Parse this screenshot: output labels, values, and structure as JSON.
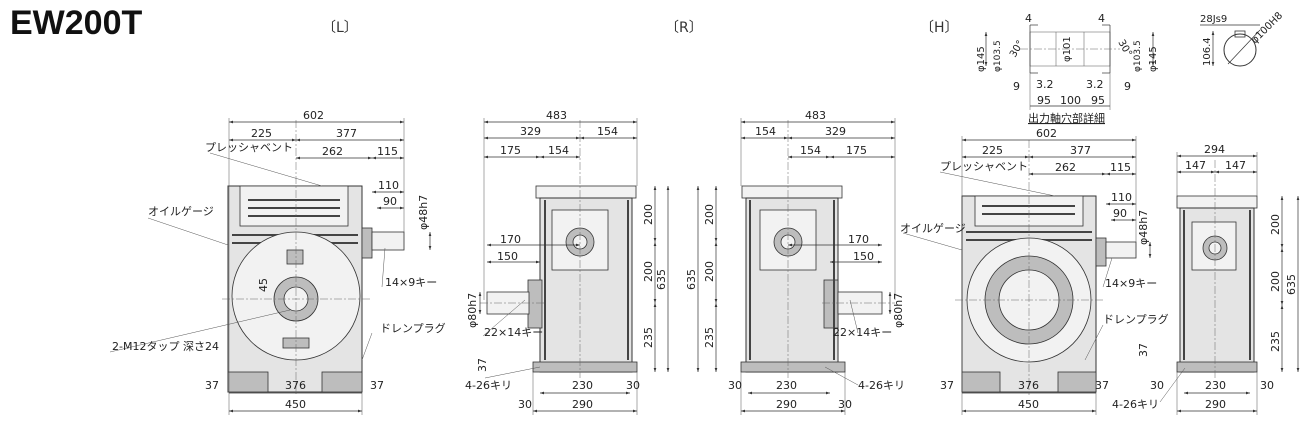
{
  "title": "EW200T",
  "view_labels": {
    "L": "〔L〕",
    "R": "〔R〕",
    "H": "〔H〕"
  },
  "views": {
    "L": {
      "dims": [
        "602",
        "225",
        "377",
        "262",
        "115",
        "110",
        "90",
        "φ48h7",
        "45",
        "37",
        "376",
        "37",
        "450"
      ],
      "notes": [
        "プレッシャベント",
        "オイルゲージ",
        "14×9キー",
        "2-M12タップ 深さ24",
        "ドレンプラグ"
      ]
    },
    "R1": {
      "dims": [
        "483",
        "329",
        "154",
        "175",
        "154",
        "170",
        "150",
        "φ80h7",
        "37",
        "230",
        "30",
        "30",
        "290",
        "200",
        "200",
        "235",
        "635"
      ],
      "notes": [
        "22×14キー",
        "4-26キリ"
      ]
    },
    "R2": {
      "dims": [
        "483",
        "154",
        "329",
        "154",
        "175",
        "170",
        "150",
        "φ80h7",
        "230",
        "30",
        "30",
        "290",
        "200",
        "200",
        "235",
        "635"
      ],
      "notes": [
        "22×14キー",
        "4-26キリ"
      ]
    },
    "H": {
      "dims": [
        "602",
        "225",
        "377",
        "262",
        "115",
        "110",
        "90",
        "φ48h7",
        "37",
        "37",
        "376",
        "37",
        "450"
      ],
      "notes": [
        "プレッシャベント",
        "オイルゲージ",
        "14×9キー",
        "ドレンプラグ"
      ]
    },
    "side": {
      "dims": [
        "294",
        "147",
        "147",
        "200",
        "200",
        "235",
        "635",
        "30",
        "230",
        "30",
        "290"
      ],
      "notes": [
        "4-26キリ"
      ]
    }
  },
  "detail": {
    "dims": [
      "4",
      "4",
      "φ145",
      "φ103.5",
      "30°",
      "φ101",
      "30°",
      "φ103.5",
      "φ145",
      "9",
      "3.2",
      "3.2",
      "9",
      "95",
      "100",
      "95"
    ],
    "caption": "出力軸穴部詳細",
    "keyway": [
      "28Js9",
      "106.4",
      "φ100H8"
    ]
  }
}
